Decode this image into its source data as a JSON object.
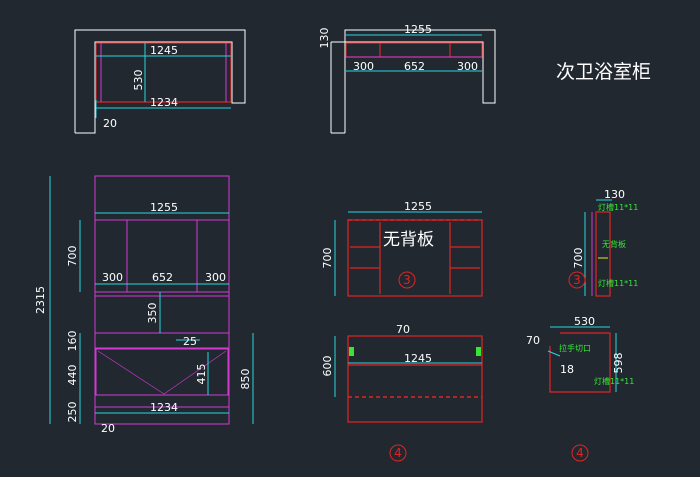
{
  "title": "次卫浴室柜",
  "top_left": {
    "width_outer": "1245",
    "height": "530",
    "width_inner": "1234",
    "offset": "20"
  },
  "top_mid": {
    "depth": "130",
    "total": "1255",
    "left": "300",
    "center": "652",
    "right": "300"
  },
  "elevation": {
    "total_height": "2315",
    "top_width": "1255",
    "upper_height": "700",
    "split_left": "300",
    "split_center": "652",
    "split_right": "300",
    "shelf_gap": "350",
    "counter": "160",
    "small": "25",
    "cabinet": "440",
    "door": "415",
    "side": "850",
    "base": "250",
    "base_width": "1234",
    "offset": "20"
  },
  "upper_cabinet": {
    "width": "1255",
    "height": "700",
    "label": "无背板",
    "marker": "3"
  },
  "upper_side": {
    "depth": "130",
    "height": "700",
    "note_top": "灯槽11*11",
    "note_mid": "无背板",
    "note_bot": "灯槽11*11",
    "marker": "3"
  },
  "lower_cabinet": {
    "top": "70",
    "width": "1245",
    "height": "600",
    "marker": "4"
  },
  "lower_side": {
    "width": "530",
    "top": "70",
    "depth": "18",
    "height": "598",
    "note_pull": "拉手切口",
    "note_light": "灯槽11*11",
    "marker": "4"
  },
  "colors": {
    "background": "#212830",
    "outline": "#ffffff",
    "frame": "#d23ad2",
    "board": "#e02424",
    "dimension": "#27d6e0",
    "label": "#35e635"
  }
}
